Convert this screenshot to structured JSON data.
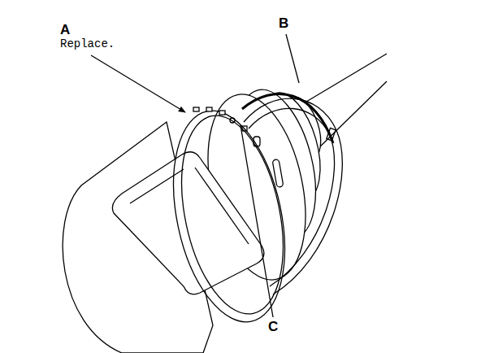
{
  "diagram": {
    "labels": [
      "A",
      "Replace.",
      "B",
      "C"
    ]
  }
}
